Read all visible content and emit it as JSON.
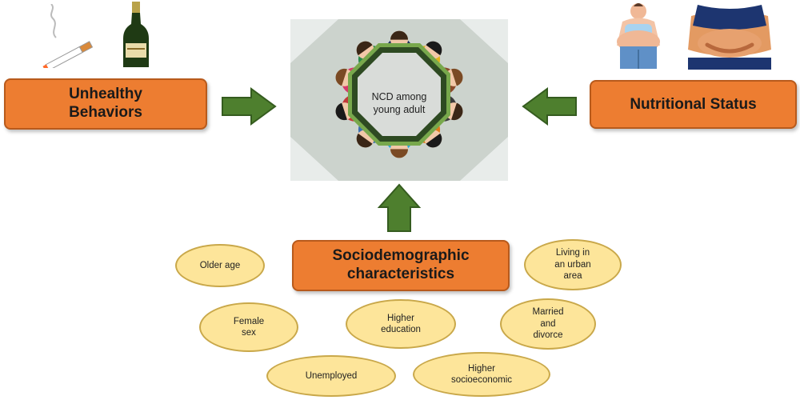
{
  "center": {
    "label": "NCD among\nyoung adult"
  },
  "left_box": {
    "label": "Unhealthy\nBehaviors"
  },
  "right_box": {
    "label": "Nutritional Status"
  },
  "bottom_box": {
    "label": "Sociodemographic\ncharacteristics"
  },
  "factors": [
    {
      "label": "Older age"
    },
    {
      "label": "Living in\nan urban\narea"
    },
    {
      "label": "Female\nsex"
    },
    {
      "label": "Higher\neducation"
    },
    {
      "label": "Married\nand\ndivorce"
    },
    {
      "label": "Unemployed"
    },
    {
      "label": "Higher\nsocioeconomic"
    }
  ],
  "icons": [
    "cigarette-icon",
    "wine-bottle-icon",
    "overweight-woman-icon",
    "belly-icon",
    "people-circle-icon"
  ],
  "colors": {
    "box": "#ed7d31",
    "arrow": "#4e7f2e",
    "oval": "#fde59a",
    "center_bg": "#ccd3cd",
    "octagon": "#2e4a22"
  }
}
